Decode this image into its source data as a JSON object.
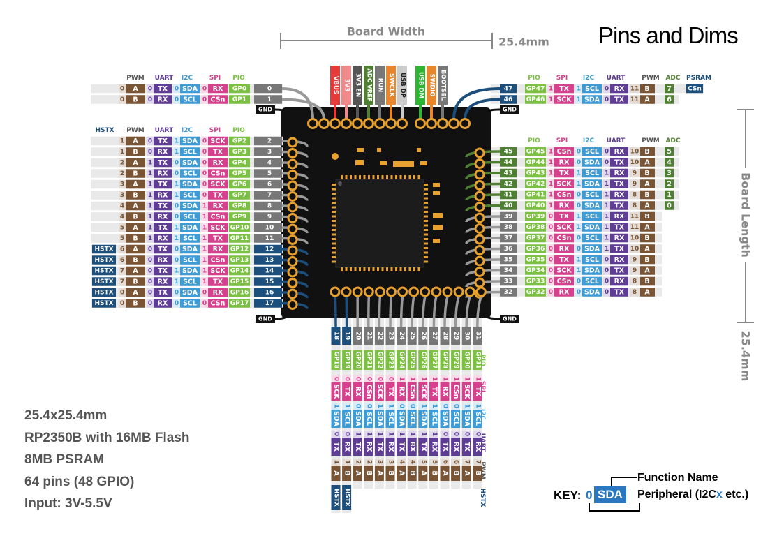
{
  "title": "Pins and Dims",
  "dims": {
    "board_width": "Board Width",
    "board_length": "Board Length",
    "width_value": "25.4mm",
    "length_value": "25.4mm"
  },
  "specs": [
    "25.4x25.4mm",
    "RP2350B with 16MB Flash",
    "8MB PSRAM",
    "64 pins (48 GPIO)",
    "Input: 3V-5.5V"
  ],
  "key": {
    "label": "KEY:",
    "num": "0",
    "fn": "SDA",
    "function_name": "Function Name",
    "peripheral_pre": "Peripheral (I2C",
    "peripheral_x": "x",
    "peripheral_post": " etc.)"
  },
  "gnd_label": "GND",
  "colors": {
    "pwm": "#7a5535",
    "uart": "#5f3d94",
    "i2c": "#3d9bd6",
    "spi": "#d6418e",
    "pio": "#7bc043",
    "adc": "#4f7f33",
    "hstx": "#1d4f7c",
    "psram": "#1d4f7c",
    "pin": "#777777",
    "board": "#111111",
    "pad": "#e8a12e"
  },
  "headers": {
    "left_top": [
      "PWM",
      "UART",
      "I2C",
      "SPI",
      "PIO"
    ],
    "left_mid": [
      "HSTX",
      "PWM",
      "UART",
      "I2C",
      "SPI",
      "PIO"
    ],
    "right_top": [
      "PIO",
      "SPI",
      "I2C",
      "UART",
      "PWM",
      "ADC",
      "PSRAM"
    ],
    "right_mid": [
      "PIO",
      "SPI",
      "I2C",
      "UART",
      "PWM",
      "ADC"
    ],
    "bottom": [
      "PIO",
      "SPI",
      "I2C",
      "UART",
      "PWM",
      "HSTX"
    ]
  },
  "top_pins": [
    {
      "label": "VBUS",
      "color": "#e63b3b"
    },
    {
      "label": "3V3",
      "color": "#f08a8a"
    },
    {
      "label": "3V3 EN",
      "color": "#555555"
    },
    {
      "label": "ADC VREF",
      "color": "#4f7f33"
    },
    {
      "label": "RUN",
      "color": "#777777"
    },
    {
      "label": "SWCLK",
      "color": "#e8862e"
    },
    {
      "label": "USB DP",
      "color": "#cccccc"
    },
    {
      "label": "USB DM",
      "color": "#2fb533"
    },
    {
      "label": "SWDIO",
      "color": "#e8862e"
    },
    {
      "label": "BOOTSEL",
      "color": "#777777"
    }
  ],
  "left_pins": [
    {
      "gp": "GP0",
      "spi": "RX",
      "spi_n": "0",
      "i2c": "SDA",
      "i2c_n": "0",
      "uart": "TX",
      "uart_n": "0",
      "pwm": "A",
      "pwm_n": "0",
      "hstx": "",
      "hstx_n": ""
    },
    {
      "gp": "GP1",
      "spi": "CSn",
      "spi_n": "0",
      "i2c": "SCL",
      "i2c_n": "0",
      "uart": "RX",
      "uart_n": "0",
      "pwm": "B",
      "pwm_n": "0",
      "hstx": "",
      "hstx_n": ""
    },
    {
      "gp": "GP2",
      "spi": "SCK",
      "spi_n": "0",
      "i2c": "SDA",
      "i2c_n": "1",
      "uart": "TX",
      "uart_n": "0",
      "pwm": "A",
      "pwm_n": "1",
      "hstx": "",
      "hstx_n": ""
    },
    {
      "gp": "GP3",
      "spi": "TX",
      "spi_n": "0",
      "i2c": "SCL",
      "i2c_n": "1",
      "uart": "RX",
      "uart_n": "0",
      "pwm": "B",
      "pwm_n": "1",
      "hstx": "",
      "hstx_n": ""
    },
    {
      "gp": "GP4",
      "spi": "RX",
      "spi_n": "0",
      "i2c": "SDA",
      "i2c_n": "0",
      "uart": "TX",
      "uart_n": "1",
      "pwm": "A",
      "pwm_n": "2",
      "hstx": "",
      "hstx_n": ""
    },
    {
      "gp": "GP5",
      "spi": "CSn",
      "spi_n": "0",
      "i2c": "SCL",
      "i2c_n": "0",
      "uart": "RX",
      "uart_n": "1",
      "pwm": "B",
      "pwm_n": "2",
      "hstx": "",
      "hstx_n": ""
    },
    {
      "gp": "GP6",
      "spi": "SCK",
      "spi_n": "0",
      "i2c": "SDA",
      "i2c_n": "1",
      "uart": "TX",
      "uart_n": "1",
      "pwm": "A",
      "pwm_n": "3",
      "hstx": "",
      "hstx_n": ""
    },
    {
      "gp": "GP7",
      "spi": "TX",
      "spi_n": "0",
      "i2c": "SCL",
      "i2c_n": "1",
      "uart": "RX",
      "uart_n": "1",
      "pwm": "B",
      "pwm_n": "3",
      "hstx": "",
      "hstx_n": ""
    },
    {
      "gp": "GP8",
      "spi": "RX",
      "spi_n": "1",
      "i2c": "SDA",
      "i2c_n": "0",
      "uart": "TX",
      "uart_n": "1",
      "pwm": "A",
      "pwm_n": "4",
      "hstx": "",
      "hstx_n": ""
    },
    {
      "gp": "GP9",
      "spi": "CSn",
      "spi_n": "1",
      "i2c": "SCL",
      "i2c_n": "0",
      "uart": "RX",
      "uart_n": "1",
      "pwm": "B",
      "pwm_n": "4",
      "hstx": "",
      "hstx_n": ""
    },
    {
      "gp": "GP10",
      "spi": "SCK",
      "spi_n": "1",
      "i2c": "SDA",
      "i2c_n": "1",
      "uart": "TX",
      "uart_n": "1",
      "pwm": "A",
      "pwm_n": "5",
      "hstx": "",
      "hstx_n": ""
    },
    {
      "gp": "GP11",
      "spi": "TX",
      "spi_n": "1",
      "i2c": "SCL",
      "i2c_n": "1",
      "uart": "RX",
      "uart_n": "1",
      "pwm": "B",
      "pwm_n": "5",
      "hstx": "",
      "hstx_n": ""
    },
    {
      "gp": "GP12",
      "spi": "RX",
      "spi_n": "1",
      "i2c": "SDA",
      "i2c_n": "0",
      "uart": "TX",
      "uart_n": "0",
      "pwm": "A",
      "pwm_n": "6",
      "hstx": "HSTX",
      "hstx_n": ""
    },
    {
      "gp": "GP13",
      "spi": "CSn",
      "spi_n": "1",
      "i2c": "SCL",
      "i2c_n": "0",
      "uart": "RX",
      "uart_n": "0",
      "pwm": "B",
      "pwm_n": "6",
      "hstx": "HSTX",
      "hstx_n": ""
    },
    {
      "gp": "GP14",
      "spi": "SCK",
      "spi_n": "1",
      "i2c": "SDA",
      "i2c_n": "1",
      "uart": "TX",
      "uart_n": "0",
      "pwm": "A",
      "pwm_n": "7",
      "hstx": "HSTX",
      "hstx_n": ""
    },
    {
      "gp": "GP15",
      "spi": "TX",
      "spi_n": "1",
      "i2c": "SCL",
      "i2c_n": "1",
      "uart": "RX",
      "uart_n": "0",
      "pwm": "B",
      "pwm_n": "7",
      "hstx": "HSTX",
      "hstx_n": ""
    },
    {
      "gp": "GP16",
      "spi": "RX",
      "spi_n": "0",
      "i2c": "SDA",
      "i2c_n": "0",
      "uart": "TX",
      "uart_n": "0",
      "pwm": "A",
      "pwm_n": "0",
      "hstx": "HSTX",
      "hstx_n": ""
    },
    {
      "gp": "GP17",
      "spi": "CSn",
      "spi_n": "0",
      "i2c": "SCL",
      "i2c_n": "0",
      "uart": "RX",
      "uart_n": "0",
      "pwm": "B",
      "pwm_n": "0",
      "hstx": "HSTX",
      "hstx_n": ""
    }
  ],
  "right_pins": [
    {
      "num": "47",
      "gp": "GP47",
      "spi": "TX",
      "spi_n": "1",
      "i2c": "SCL",
      "i2c_n": "1",
      "uart": "RX",
      "uart_n": "0",
      "pwm": "B",
      "pwm_n": "11",
      "adc": "7",
      "psram": "CSn"
    },
    {
      "num": "46",
      "gp": "GP46",
      "spi": "SCK",
      "spi_n": "1",
      "i2c": "SDA",
      "i2c_n": "1",
      "uart": "TX",
      "uart_n": "0",
      "pwm": "A",
      "pwm_n": "11",
      "adc": "6",
      "psram": ""
    },
    {
      "num": "45",
      "gp": "GP45",
      "spi": "CSn",
      "spi_n": "1",
      "i2c": "SCL",
      "i2c_n": "0",
      "uart": "RX",
      "uart_n": "0",
      "pwm": "B",
      "pwm_n": "10",
      "adc": "5",
      "psram": ""
    },
    {
      "num": "44",
      "gp": "GP44",
      "spi": "RX",
      "spi_n": "1",
      "i2c": "SDA",
      "i2c_n": "0",
      "uart": "TX",
      "uart_n": "0",
      "pwm": "A",
      "pwm_n": "10",
      "adc": "4",
      "psram": ""
    },
    {
      "num": "43",
      "gp": "GP43",
      "spi": "TX",
      "spi_n": "1",
      "i2c": "SCL",
      "i2c_n": "1",
      "uart": "RX",
      "uart_n": "1",
      "pwm": "B",
      "pwm_n": "9",
      "adc": "3",
      "psram": ""
    },
    {
      "num": "42",
      "gp": "GP42",
      "spi": "SCK",
      "spi_n": "1",
      "i2c": "SDA",
      "i2c_n": "1",
      "uart": "TX",
      "uart_n": "1",
      "pwm": "A",
      "pwm_n": "9",
      "adc": "2",
      "psram": ""
    },
    {
      "num": "41",
      "gp": "GP41",
      "spi": "CSn",
      "spi_n": "1",
      "i2c": "SCL",
      "i2c_n": "0",
      "uart": "RX",
      "uart_n": "1",
      "pwm": "B",
      "pwm_n": "8",
      "adc": "1",
      "psram": ""
    },
    {
      "num": "40",
      "gp": "GP40",
      "spi": "RX",
      "spi_n": "1",
      "i2c": "SDA",
      "i2c_n": "0",
      "uart": "TX",
      "uart_n": "1",
      "pwm": "A",
      "pwm_n": "8",
      "adc": "0",
      "psram": ""
    },
    {
      "num": "39",
      "gp": "GP39",
      "spi": "TX",
      "spi_n": "0",
      "i2c": "SCL",
      "i2c_n": "1",
      "uart": "RX",
      "uart_n": "1",
      "pwm": "B",
      "pwm_n": "11",
      "adc": "",
      "psram": ""
    },
    {
      "num": "38",
      "gp": "GP38",
      "spi": "SCK",
      "spi_n": "0",
      "i2c": "SDA",
      "i2c_n": "1",
      "uart": "TX",
      "uart_n": "1",
      "pwm": "A",
      "pwm_n": "11",
      "adc": "",
      "psram": ""
    },
    {
      "num": "37",
      "gp": "GP37",
      "spi": "CSn",
      "spi_n": "0",
      "i2c": "SCL",
      "i2c_n": "0",
      "uart": "RX",
      "uart_n": "1",
      "pwm": "B",
      "pwm_n": "10",
      "adc": "",
      "psram": ""
    },
    {
      "num": "36",
      "gp": "GP36",
      "spi": "RX",
      "spi_n": "0",
      "i2c": "SDA",
      "i2c_n": "0",
      "uart": "TX",
      "uart_n": "1",
      "pwm": "A",
      "pwm_n": "10",
      "adc": "",
      "psram": ""
    },
    {
      "num": "35",
      "gp": "GP35",
      "spi": "TX",
      "spi_n": "0",
      "i2c": "SCL",
      "i2c_n": "1",
      "uart": "RX",
      "uart_n": "0",
      "pwm": "B",
      "pwm_n": "9",
      "adc": "",
      "psram": ""
    },
    {
      "num": "34",
      "gp": "GP34",
      "spi": "SCK",
      "spi_n": "0",
      "i2c": "SDA",
      "i2c_n": "1",
      "uart": "TX",
      "uart_n": "0",
      "pwm": "A",
      "pwm_n": "9",
      "adc": "",
      "psram": ""
    },
    {
      "num": "33",
      "gp": "GP33",
      "spi": "CSn",
      "spi_n": "0",
      "i2c": "SCL",
      "i2c_n": "0",
      "uart": "RX",
      "uart_n": "0",
      "pwm": "B",
      "pwm_n": "8",
      "adc": "",
      "psram": ""
    },
    {
      "num": "32",
      "gp": "GP32",
      "spi": "RX",
      "spi_n": "0",
      "i2c": "SDA",
      "i2c_n": "0",
      "uart": "TX",
      "uart_n": "0",
      "pwm": "A",
      "pwm_n": "8",
      "adc": "",
      "psram": ""
    }
  ],
  "bottom_pins": [
    {
      "num": "18",
      "gp": "GP18",
      "spi": "SCK",
      "spi_n": "0",
      "i2c": "SDA",
      "i2c_n": "1",
      "uart": "TX",
      "uart_n": "0",
      "pwm": "A",
      "pwm_n": "1",
      "hstx": "HSTX"
    },
    {
      "num": "19",
      "gp": "GP19",
      "spi": "TX",
      "spi_n": "0",
      "i2c": "SCL",
      "i2c_n": "1",
      "uart": "RX",
      "uart_n": "0",
      "pwm": "B",
      "pwm_n": "1",
      "hstx": "HSTX"
    },
    {
      "num": "20",
      "gp": "GP20",
      "spi": "RX",
      "spi_n": "0",
      "i2c": "SDA",
      "i2c_n": "0",
      "uart": "TX",
      "uart_n": "1",
      "pwm": "A",
      "pwm_n": "2",
      "hstx": ""
    },
    {
      "num": "21",
      "gp": "GP21",
      "spi": "CSn",
      "spi_n": "0",
      "i2c": "SCL",
      "i2c_n": "0",
      "uart": "RX",
      "uart_n": "1",
      "pwm": "B",
      "pwm_n": "2",
      "hstx": ""
    },
    {
      "num": "22",
      "gp": "GP22",
      "spi": "SCK",
      "spi_n": "0",
      "i2c": "SDA",
      "i2c_n": "1",
      "uart": "TX",
      "uart_n": "1",
      "pwm": "A",
      "pwm_n": "3",
      "hstx": ""
    },
    {
      "num": "23",
      "gp": "GP23",
      "spi": "TX",
      "spi_n": "0",
      "i2c": "SCL",
      "i2c_n": "1",
      "uart": "RX",
      "uart_n": "1",
      "pwm": "B",
      "pwm_n": "3",
      "hstx": ""
    },
    {
      "num": "24",
      "gp": "GP24",
      "spi": "RX",
      "spi_n": "1",
      "i2c": "SDA",
      "i2c_n": "0",
      "uart": "TX",
      "uart_n": "1",
      "pwm": "A",
      "pwm_n": "4",
      "hstx": ""
    },
    {
      "num": "25",
      "gp": "GP25",
      "spi": "CSn",
      "spi_n": "1",
      "i2c": "SCL",
      "i2c_n": "0",
      "uart": "RX",
      "uart_n": "1",
      "pwm": "B",
      "pwm_n": "4",
      "hstx": ""
    },
    {
      "num": "26",
      "gp": "GP26",
      "spi": "SCK",
      "spi_n": "1",
      "i2c": "SDA",
      "i2c_n": "1",
      "uart": "TX",
      "uart_n": "1",
      "pwm": "A",
      "pwm_n": "5",
      "hstx": ""
    },
    {
      "num": "27",
      "gp": "GP27",
      "spi": "TX",
      "spi_n": "1",
      "i2c": "SCL",
      "i2c_n": "1",
      "uart": "RX",
      "uart_n": "1",
      "pwm": "B",
      "pwm_n": "5",
      "hstx": ""
    },
    {
      "num": "28",
      "gp": "GP28",
      "spi": "RX",
      "spi_n": "1",
      "i2c": "SDA",
      "i2c_n": "0",
      "uart": "TX",
      "uart_n": "0",
      "pwm": "A",
      "pwm_n": "6",
      "hstx": ""
    },
    {
      "num": "29",
      "gp": "GP29",
      "spi": "CSn",
      "spi_n": "1",
      "i2c": "SCL",
      "i2c_n": "0",
      "uart": "RX",
      "uart_n": "0",
      "pwm": "B",
      "pwm_n": "6",
      "hstx": ""
    },
    {
      "num": "30",
      "gp": "GP30",
      "spi": "SCK",
      "spi_n": "1",
      "i2c": "SDA",
      "i2c_n": "1",
      "uart": "TX",
      "uart_n": "0",
      "pwm": "A",
      "pwm_n": "7",
      "hstx": ""
    },
    {
      "num": "31",
      "gp": "GP31",
      "spi": "TX",
      "spi_n": "1",
      "i2c": "SCL",
      "i2c_n": "1",
      "uart": "RX",
      "uart_n": "0",
      "pwm": "B",
      "pwm_n": "7",
      "hstx": ""
    }
  ]
}
